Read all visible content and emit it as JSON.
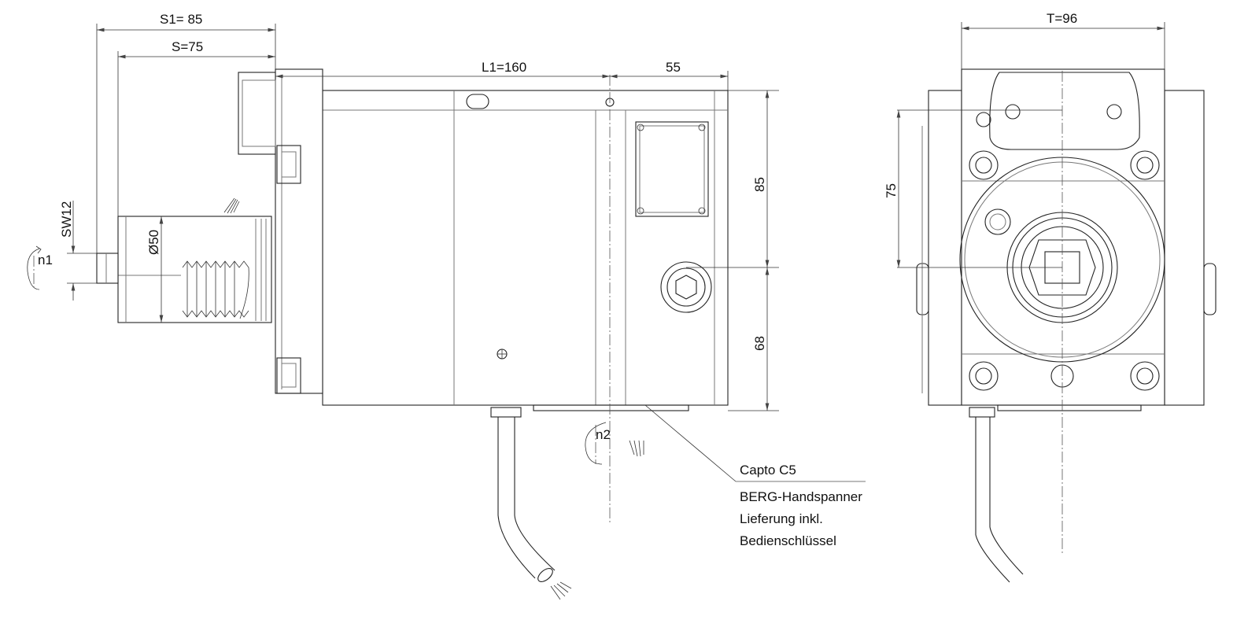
{
  "dimensions": {
    "s1": "S1= 85",
    "s": "S=75",
    "l1": "L1=160",
    "offset_55": "55",
    "height_85": "85",
    "height_68": "68",
    "sw": "SW12",
    "diameter": "Ø50",
    "t": "T=96",
    "height_75": "75"
  },
  "rotation_labels": {
    "n1": "n1",
    "n2": "n2"
  },
  "callout": {
    "title": "Capto C5",
    "line1": "BERG-Handspanner",
    "line2": "Lieferung inkl.",
    "line3": "Bedienschlüssel"
  }
}
